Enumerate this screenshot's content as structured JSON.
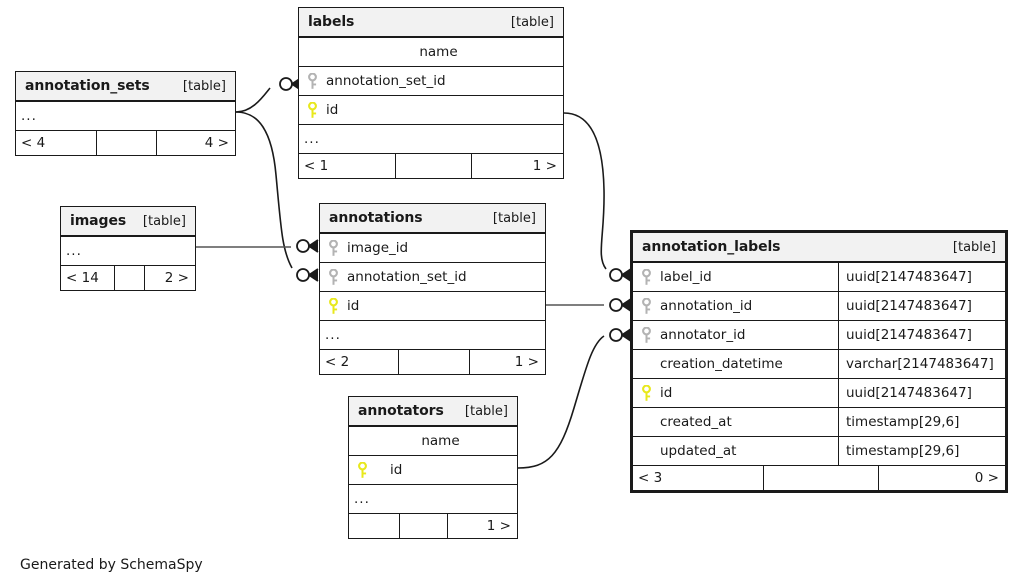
{
  "diagram": {
    "credit": "Generated by SchemaSpy",
    "table_tag": "[table]",
    "ellipsis": "..."
  },
  "tables": {
    "annotation_sets": {
      "name": "annotation_sets",
      "tag": "[table]",
      "ellipsis": "...",
      "footer": {
        "left": "< 4",
        "mid": "",
        "right": "4 >"
      }
    },
    "images": {
      "name": "images",
      "tag": "[table]",
      "ellipsis": "...",
      "footer": {
        "left": "< 14",
        "mid": "",
        "right": "2 >"
      }
    },
    "labels": {
      "name": "labels",
      "tag": "[table]",
      "ellipsis": "...",
      "columns": [
        {
          "name": "name",
          "key": "none"
        },
        {
          "name": "annotation_set_id",
          "key": "fk"
        },
        {
          "name": "id",
          "key": "pk"
        }
      ],
      "footer": {
        "left": "< 1",
        "mid": "",
        "right": "1 >"
      }
    },
    "annotations": {
      "name": "annotations",
      "tag": "[table]",
      "ellipsis": "...",
      "columns": [
        {
          "name": "image_id",
          "key": "fk"
        },
        {
          "name": "annotation_set_id",
          "key": "fk"
        },
        {
          "name": "id",
          "key": "pk"
        }
      ],
      "footer": {
        "left": "< 2",
        "mid": "",
        "right": "1 >"
      }
    },
    "annotators": {
      "name": "annotators",
      "tag": "[table]",
      "ellipsis": "...",
      "columns": [
        {
          "name": "name",
          "key": "none"
        },
        {
          "name": "id",
          "key": "pk"
        }
      ],
      "footer": {
        "left": "",
        "mid": "",
        "right": "1 >"
      }
    },
    "annotation_labels": {
      "name": "annotation_labels",
      "tag": "[table]",
      "columns": [
        {
          "name": "label_id",
          "key": "fk",
          "type": "uuid[2147483647]"
        },
        {
          "name": "annotation_id",
          "key": "fk",
          "type": "uuid[2147483647]"
        },
        {
          "name": "annotator_id",
          "key": "fk",
          "type": "uuid[2147483647]"
        },
        {
          "name": "creation_datetime",
          "key": "none",
          "type": "varchar[2147483647]"
        },
        {
          "name": "id",
          "key": "pk",
          "type": "uuid[2147483647]"
        },
        {
          "name": "created_at",
          "key": "none",
          "type": "timestamp[29,6]"
        },
        {
          "name": "updated_at",
          "key": "none",
          "type": "timestamp[29,6]"
        }
      ],
      "footer": {
        "left": "< 3",
        "mid": "",
        "right": "0 >"
      }
    }
  },
  "colors": {
    "primary_key": "#e8e81c",
    "foreign_key": "#b3b3b3",
    "header_bg": "#f2f2f2",
    "border": "#1a1a1a",
    "background": "#ffffff"
  },
  "relationships": [
    {
      "from": "annotation_sets",
      "to": "labels.annotation_set_id"
    },
    {
      "from": "annotation_sets",
      "to": "annotations.annotation_set_id"
    },
    {
      "from": "images",
      "to": "annotations.image_id"
    },
    {
      "from": "labels.id",
      "to": "annotation_labels.label_id"
    },
    {
      "from": "annotations.id",
      "to": "annotation_labels.annotation_id"
    },
    {
      "from": "annotators.id",
      "to": "annotation_labels.annotator_id"
    }
  ]
}
